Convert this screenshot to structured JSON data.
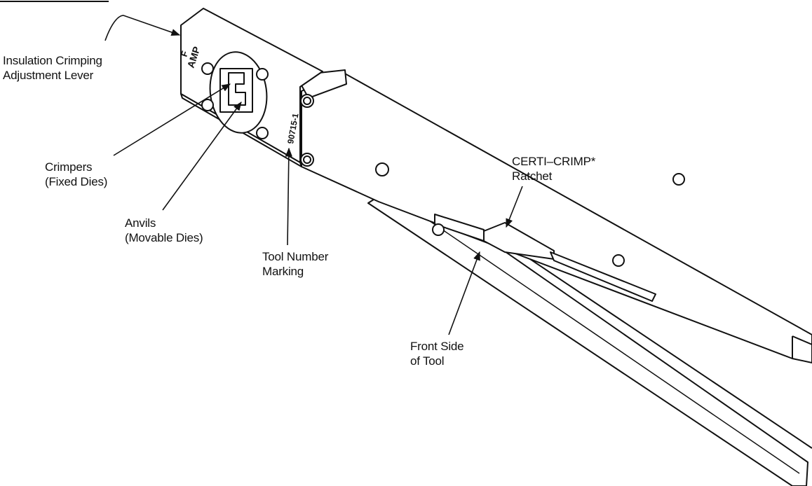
{
  "figure": {
    "callouts": [
      {
        "id": "insulation-lever",
        "lines": [
          "Insulation Crimping",
          "Adjustment Lever"
        ]
      },
      {
        "id": "crimpers",
        "lines": [
          "Crimpers",
          "(Fixed Dies)"
        ]
      },
      {
        "id": "anvils",
        "lines": [
          "Anvils",
          "(Movable Dies)"
        ]
      },
      {
        "id": "tool-number",
        "lines": [
          "Tool Number",
          "Marking"
        ]
      },
      {
        "id": "ratchet",
        "lines": [
          "CERTI–CRIMP*",
          "Ratchet"
        ]
      },
      {
        "id": "front-side",
        "lines": [
          "Front Side",
          "of Tool"
        ]
      }
    ],
    "tool_markings": {
      "brand": "AMP",
      "letter": "F",
      "part_number": "90715-1"
    }
  }
}
